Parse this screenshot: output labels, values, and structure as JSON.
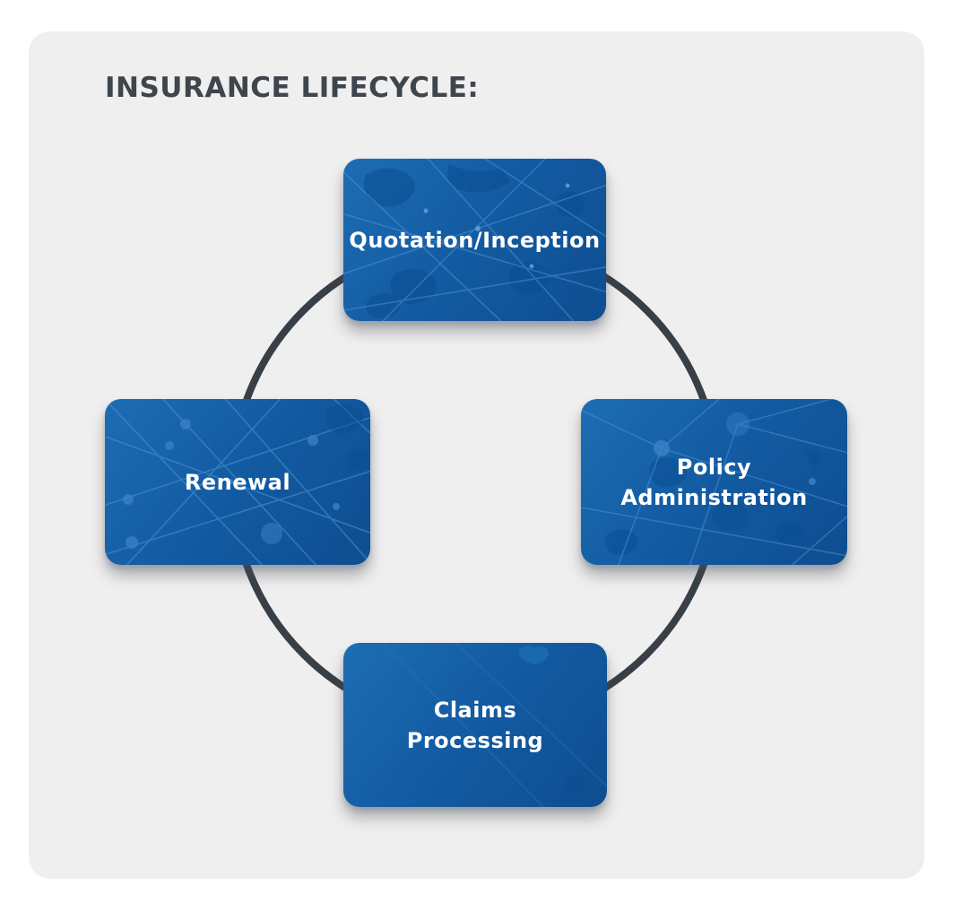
{
  "title": "INSURANCE LIFECYCLE:",
  "diagram": {
    "type": "cycle",
    "nodes": [
      {
        "label": "Quotation/Inception",
        "position": "top"
      },
      {
        "label": "Policy Administration",
        "position": "right"
      },
      {
        "label": "Claims Processing",
        "position": "bottom"
      },
      {
        "label": "Renewal",
        "position": "left"
      }
    ],
    "colors": {
      "page_background": "#ffffff",
      "panel_background": "#f0efef",
      "title_text": "#3e454d",
      "node_fill": "#135ba2",
      "node_fill_light": "#1d6db4",
      "node_fill_dark": "#0e4d90",
      "node_text": "#ffffff",
      "ring_stroke": "#383f46",
      "texture_line": "#4e93d4"
    }
  }
}
